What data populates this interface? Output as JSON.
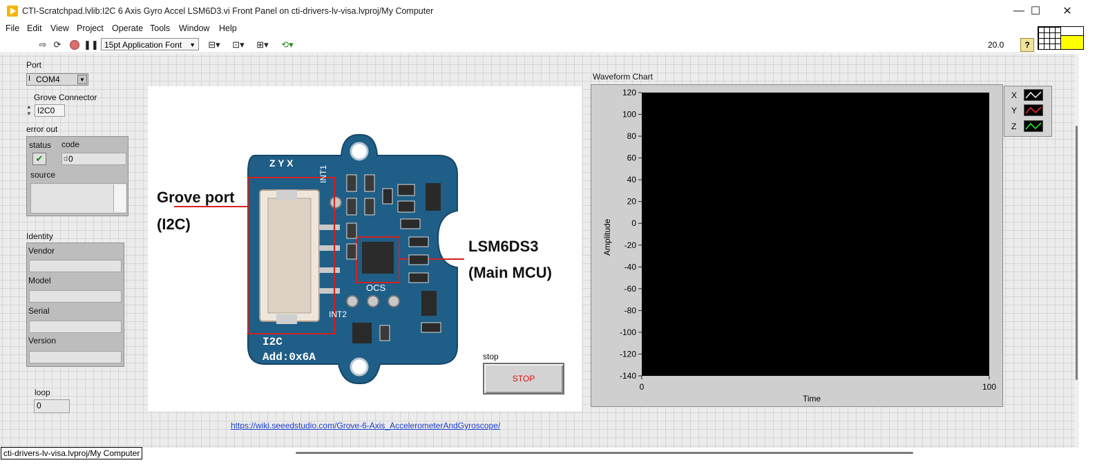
{
  "window": {
    "title": "CTI-Scratchpad.lvlib:I2C 6 Axis Gyro Accel LSM6D3.vi Front Panel on cti-drivers-lv-visa.lvproj/My Computer",
    "minimize": "—",
    "maximize": "☐",
    "close": "✕"
  },
  "menu": [
    "File",
    "Edit",
    "View",
    "Project",
    "Operate",
    "Tools",
    "Window",
    "Help"
  ],
  "toolbar": {
    "font": "15pt Application Font",
    "zoom": "20.0",
    "help": "?"
  },
  "controls": {
    "port_label": "Port",
    "port_prefix": "I",
    "port_value": "COM4",
    "grove_label": "Grove Connector",
    "grove_value": "I2C0",
    "error_label": "error out",
    "status_label": "status",
    "status_check": "✔",
    "code_label": "code",
    "code_prefix": "d",
    "code_value": "0",
    "source_label": "source",
    "identity_label": "Identity",
    "vendor_label": "Vendor",
    "model_label": "Model",
    "serial_label": "Serial",
    "version_label": "Version",
    "loop_label": "loop",
    "loop_value": "0",
    "stop_label": "stop",
    "stop_text": "STOP"
  },
  "photo": {
    "grove_callout_1": "Grove port",
    "grove_callout_2": "(I2C)",
    "mcu_callout_1": "LSM6DS3",
    "mcu_callout_2": "(Main MCU)",
    "silk_i2c": "I2C",
    "silk_addr": "Add:0x6A",
    "silk_int1": "INT1",
    "silk_int2": "INT2",
    "silk_ocs": "OCS",
    "silk_axes": "Z  Y  X"
  },
  "chart": {
    "title": "Waveform Chart",
    "legend": [
      {
        "name": "X",
        "color": "#ffffff"
      },
      {
        "name": "Y",
        "color": "#ff3030"
      },
      {
        "name": "Z",
        "color": "#30ff30"
      }
    ]
  },
  "chart_data": {
    "type": "line",
    "title": "Waveform Chart",
    "xlabel": "Time",
    "ylabel": "Amplitude",
    "xlim": [
      0,
      100
    ],
    "ylim": [
      -140,
      120
    ],
    "x_ticks": [
      "0",
      "100"
    ],
    "y_ticks": [
      "120",
      "100",
      "80",
      "60",
      "40",
      "20",
      "0",
      "-20",
      "-40",
      "-60",
      "-80",
      "-100",
      "-120",
      "-140"
    ],
    "series": [
      {
        "name": "X",
        "values": []
      },
      {
        "name": "Y",
        "values": []
      },
      {
        "name": "Z",
        "values": []
      }
    ],
    "grid": false,
    "legend": "top-right"
  },
  "link": "https://wiki.seeedstudio.com/Grove-6-Axis_AccelerometerAndGyroscope/",
  "status_bar": "cti-drivers-lv-visa.lvproj/My Computer"
}
